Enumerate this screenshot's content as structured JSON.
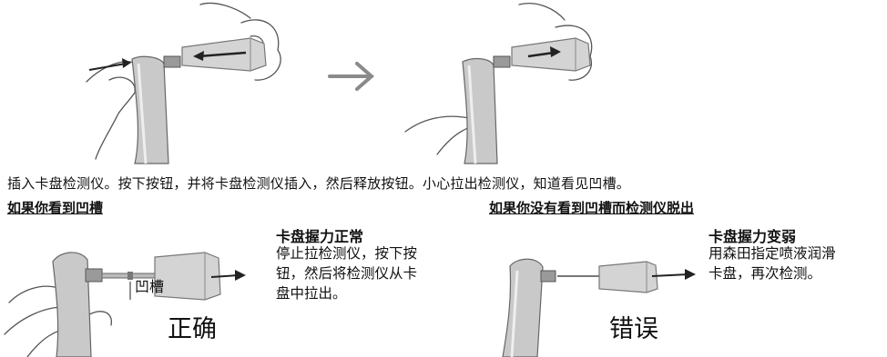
{
  "instruction": "插入卡盘检测仪。按下按钮，并将卡盘检测仪插入，然后释放按钮。小心拉出检测仪，知道看见凹槽。",
  "correct_case": {
    "heading": "如果你看到凹槽",
    "groove_label": "凹槽",
    "subheading": "卡盘握力正常",
    "text_lines": [
      "停止拉检测仪，按下按",
      "钮，然后将检测仪从卡",
      "盘中拉出。"
    ],
    "verdict": "正确"
  },
  "incorrect_case": {
    "heading": "如果你没有看到凹槽而检测仪脱出",
    "subheading": "卡盘握力变弱",
    "text_lines": [
      "用森田指定喷液润滑",
      "卡盘，再次检测。"
    ],
    "verdict": "错误"
  },
  "icons": [
    "insert-illustration",
    "process-arrow-icon",
    "pull-illustration",
    "groove-visible-illustration",
    "tester-out-illustration"
  ],
  "colors": {
    "arrow": "#8a8a8a",
    "line": "#444444",
    "tester": "#b5b5b5"
  }
}
